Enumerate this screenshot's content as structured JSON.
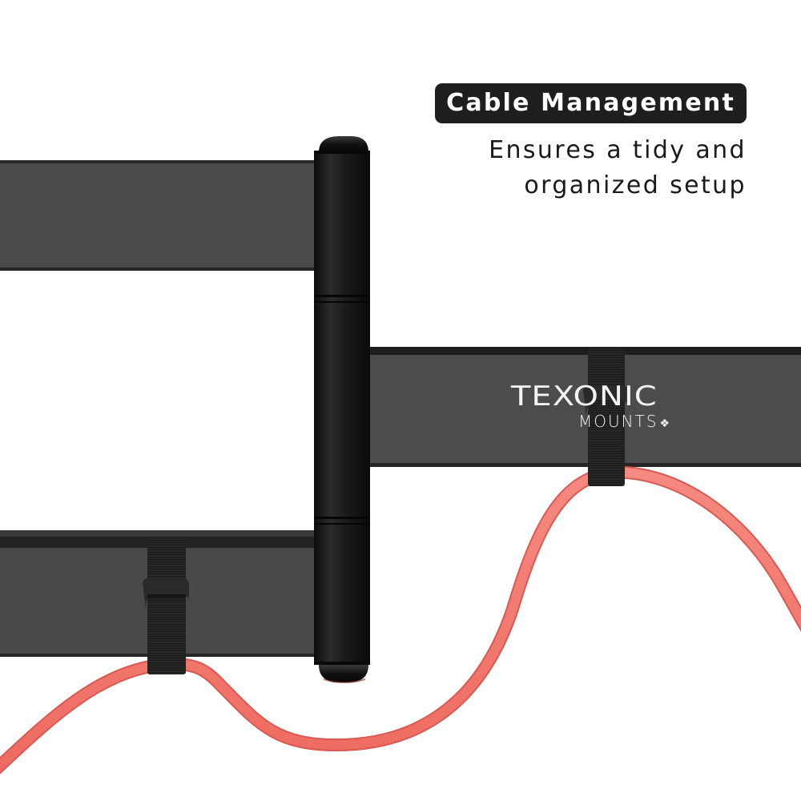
{
  "feature": {
    "title": "Cable Management",
    "description_lines": [
      "Ensures a tidy and",
      "organized setup"
    ]
  },
  "product": {
    "brand_name": "TEXONIC",
    "brand_sub": "MOUNTS",
    "brand_mark": "maple-leaf",
    "brand_mark_glyph": "❖"
  },
  "colors": {
    "background": "#ffffff",
    "arm": "#4a4a4a",
    "arm_edge": "#222222",
    "pivot": "#1c1c1c",
    "strap": "#262626",
    "cable": "#f27268",
    "badge_bg": "#1e1e1e",
    "badge_text": "#ffffff",
    "body_text": "#1a1a1a"
  }
}
